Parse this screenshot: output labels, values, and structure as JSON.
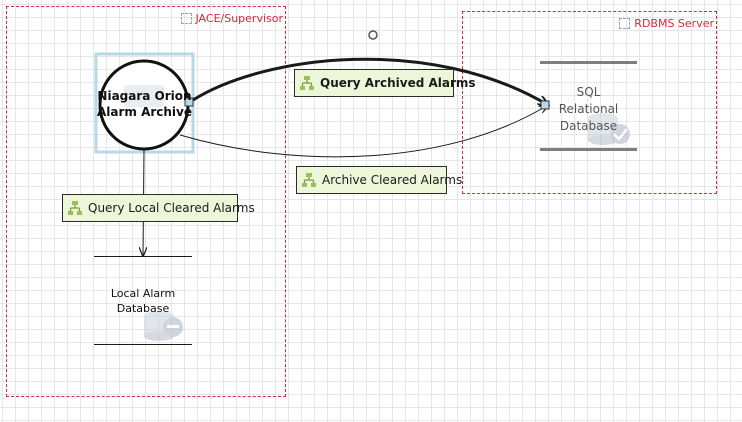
{
  "boundaries": {
    "jace": {
      "label": "JACE/Supervisor",
      "icon": "boundary-icon"
    },
    "rdbms": {
      "label": "RDBMS Server",
      "icon": "boundary-icon"
    }
  },
  "process": {
    "label_line1": "Niagara Orion",
    "label_line2": "Alarm Archive",
    "icon": "process-circle-icon"
  },
  "stores": {
    "sql": {
      "line1": "SQL",
      "line2": "Relational",
      "line3": "Database",
      "icon": "database-check-icon"
    },
    "local": {
      "line1": "Local Alarm",
      "line2": "Database",
      "icon": "database-minus-icon"
    }
  },
  "flows": {
    "query_archived": {
      "label": "Query Archived Alarms",
      "icon": "dataflow-icon"
    },
    "archive_cleared": {
      "label": "Archive Cleared Alarms",
      "icon": "dataflow-icon"
    },
    "query_local": {
      "label": "Query Local Cleared Alarms",
      "icon": "dataflow-icon"
    }
  },
  "colors": {
    "boundary": "#d42a3a",
    "flow_fill": "#eef6d9",
    "selection": "#b7d8e8",
    "grid": "#e6e6e6"
  }
}
